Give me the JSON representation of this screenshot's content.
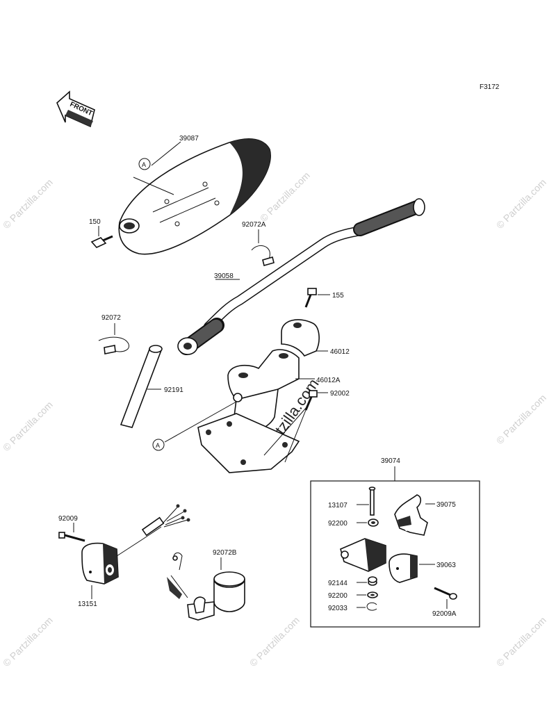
{
  "figure_code": "F3172",
  "front_label": "FRONT",
  "ref_marker": "A",
  "watermark": "© Partzilla.com",
  "watermark_large": "©Partzilla.com",
  "parts": {
    "p39087": "39087",
    "p150": "150",
    "p92072A": "92072A",
    "p39058": "39058",
    "p155": "155",
    "p92072": "92072",
    "p46012": "46012",
    "p46012A": "46012A",
    "p92002": "92002",
    "p92191": "92191",
    "p39074": "39074",
    "p13107": "13107",
    "p39075": "39075",
    "p92200a": "92200",
    "p39063": "39063",
    "p92144": "92144",
    "p92200b": "92200",
    "p92033": "92033",
    "p92009A": "92009A",
    "p92009": "92009",
    "p92072B": "92072B",
    "p13151": "13151"
  }
}
